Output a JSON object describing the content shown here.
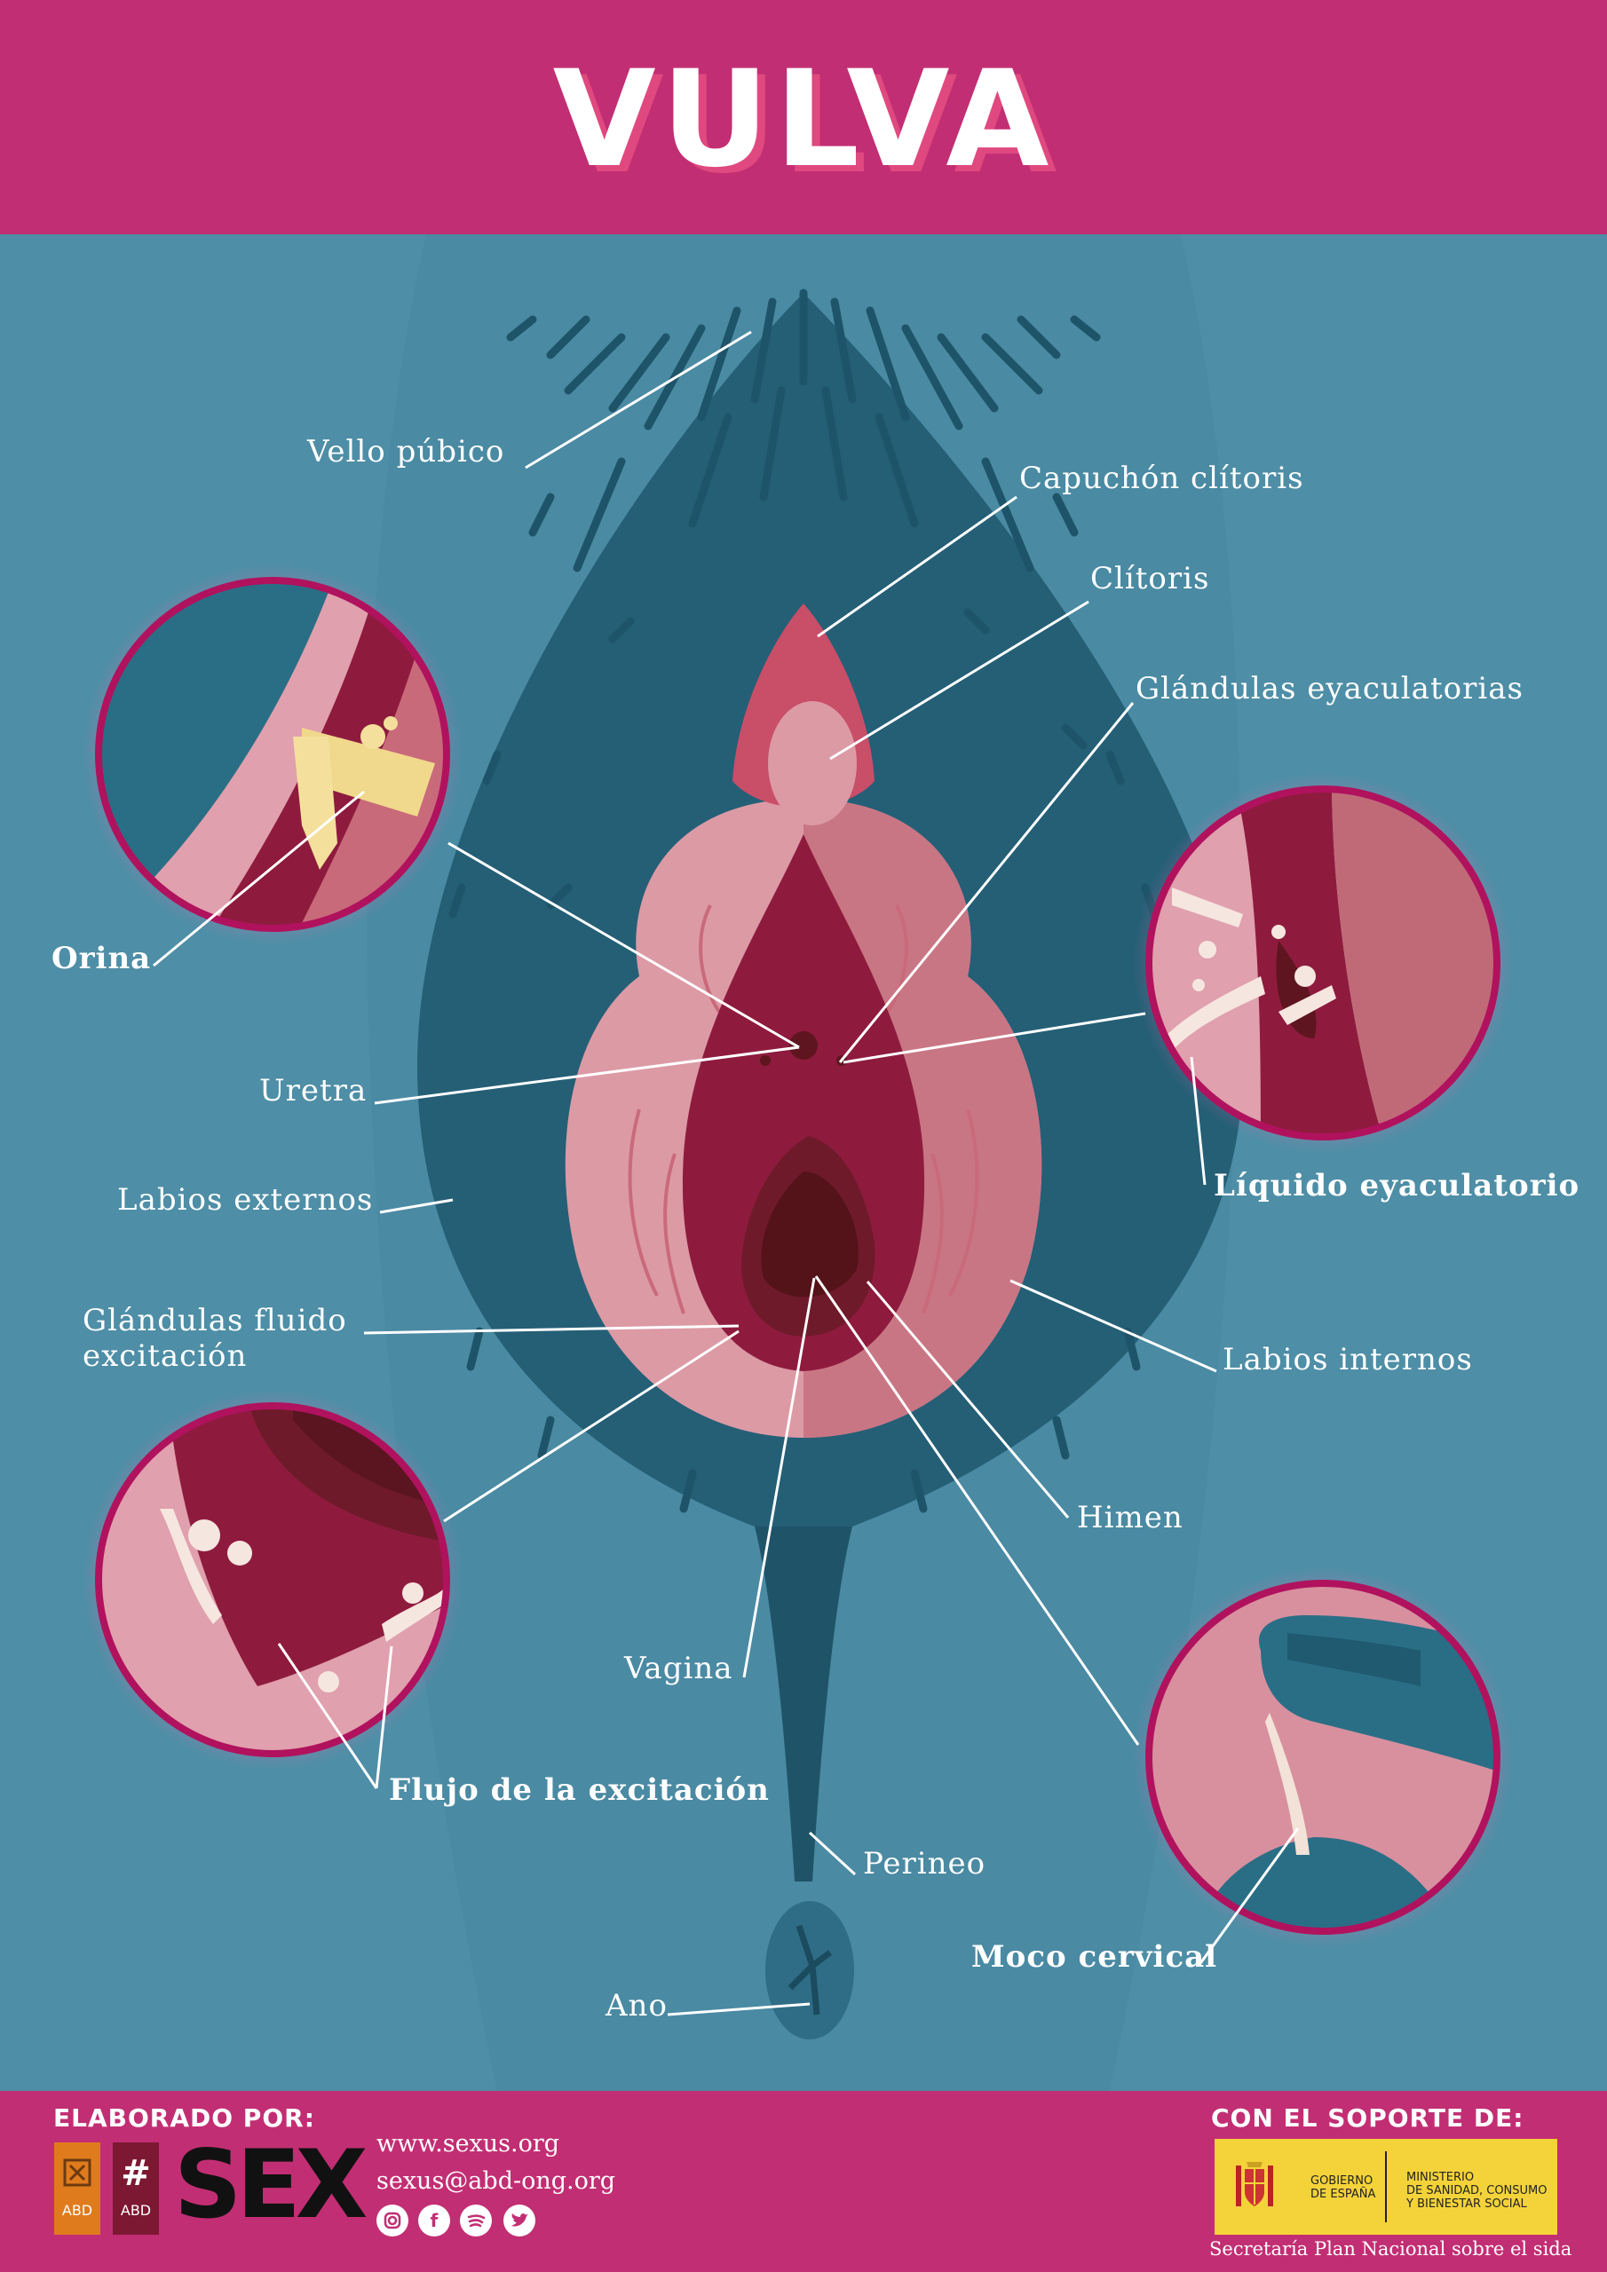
{
  "title": "VULVA",
  "labels": {
    "vello_pubico": "Vello púbico",
    "capuchon_clitoris": "Capuchón clítoris",
    "clitoris": "Clítoris",
    "glandulas_eyaculatorias": "Glándulas eyaculatorias",
    "orina": "Orina",
    "uretra": "Uretra",
    "labios_externos": "Labios externos",
    "liquido_eyaculatorio": "Líquido eyaculatorio",
    "glandulas_fluido_1": "Glándulas fluido",
    "glandulas_fluido_2": "excitación",
    "labios_internos": "Labios internos",
    "himen": "Himen",
    "vagina": "Vagina",
    "flujo_excitacion": "Flujo de la excitación",
    "perineo": "Perineo",
    "moco_cervical": "Moco cervical",
    "ano": "Ano"
  },
  "footer": {
    "elaborado": "ELABORADO POR:",
    "abd1": "ABD",
    "abd2": "ABD",
    "sex_logo": "SEX",
    "web": "www.sexus.org",
    "email": "sexus@abd-ong.org",
    "social": [
      "instagram-icon",
      "facebook-icon",
      "spotify-icon",
      "twitter-icon"
    ],
    "soporte": "CON EL SOPORTE DE:",
    "gobierno_1": "GOBIERNO",
    "gobierno_2": "DE ESPAÑA",
    "ministerio_1": "MINISTERIO",
    "ministerio_2": "DE SANIDAD, CONSUMO",
    "ministerio_3": "Y BIENESTAR SOCIAL",
    "secretaria": "Secretaría Plan Nacional sobre el sida"
  },
  "colors": {
    "header_pink": "#c22e73",
    "background_teal": "#4a8aa3",
    "dark_teal": "#245f76",
    "skin_light": "#dc9aa5",
    "skin_mid": "#c96a7a",
    "inner_crimson": "#8e1b3e",
    "dark_crimson": "#5e1520",
    "gov_yellow": "#f4d33a"
  }
}
